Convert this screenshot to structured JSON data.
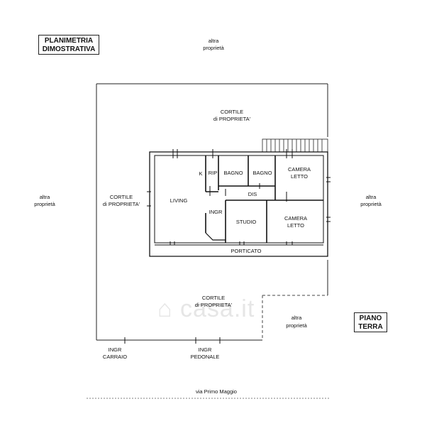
{
  "title_box": {
    "line1": "PLANIMETRIA",
    "line2": "DIMOSTRATIVA"
  },
  "level_box": {
    "line1": "PIANO",
    "line2": "TERRA"
  },
  "watermark": "casa.it",
  "labels": {
    "altra_top": [
      "altra",
      "proprietà"
    ],
    "altra_left": [
      "altra",
      "proprietà"
    ],
    "altra_right": [
      "altra",
      "proprietà"
    ],
    "altra_bottom": [
      "altra",
      "proprietà"
    ],
    "cortile_top": [
      "CORTILE",
      "di PROPRIETA'"
    ],
    "cortile_left": [
      "CORTILE",
      "di PROPRIETA'"
    ],
    "cortile_bottom": [
      "CORTILE",
      "di PROPRIETA'"
    ],
    "living": "LIVING",
    "k": "K",
    "rip": "RIP",
    "bagno1": "BAGNO",
    "bagno2": "BAGNO",
    "camera1": [
      "CAMERA",
      "LETTO"
    ],
    "camera2": [
      "CAMERA",
      "LETTO"
    ],
    "dis": "DIS",
    "ingr": "INGR",
    "studio": "STUDIO",
    "porticato": "PORTICATO",
    "ingr_carraio": [
      "INGR",
      "CARRAIO"
    ],
    "ingr_pedonale": [
      "INGR",
      "PEDONALE"
    ],
    "street": "via Primo Maggio"
  }
}
